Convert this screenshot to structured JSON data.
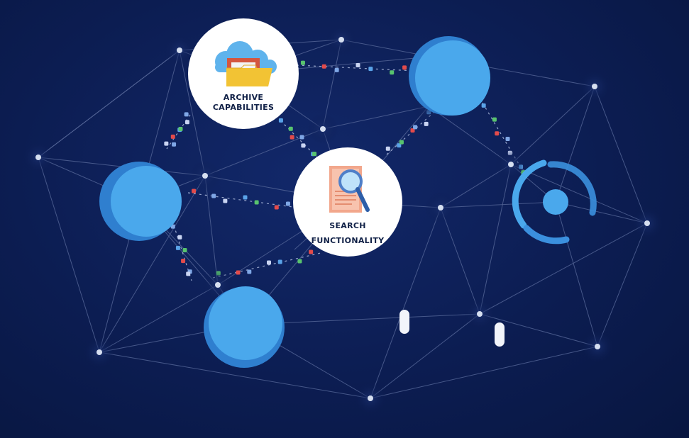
{
  "feature_nodes": {
    "archive": {
      "icon": "cloud-folder-icon",
      "line1": "ARCHIVE",
      "line2": "CAPABILITIES"
    },
    "search": {
      "icon": "document-magnifier-icon",
      "line1": "SEARCH",
      "line2": "FUNCTIONALITY"
    }
  },
  "colors": {
    "background": "#0c1d52",
    "network_line": "#5a6b9c",
    "node_dot": "#d6dff0",
    "sphere_light": "#4aa8ec",
    "sphere_dark": "#2f7fcf",
    "card": "#ffffff",
    "label_text": "#102046"
  },
  "icons": [
    "network-graph-icon",
    "sphere-icon",
    "loading-ring-icon",
    "data-packet-icon"
  ]
}
